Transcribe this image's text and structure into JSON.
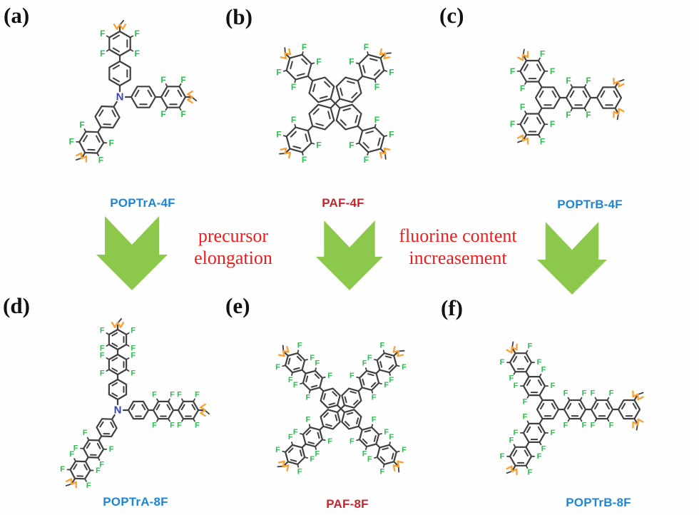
{
  "figure": {
    "panels": [
      {
        "letter": "(a)",
        "name": "POPTrA-4F",
        "name_color": "#1e86d6"
      },
      {
        "letter": "(b)",
        "name": "PAF-4F",
        "name_color": "#c4272b"
      },
      {
        "letter": "(c)",
        "name": "POPTrB-4F",
        "name_color": "#1e86d6"
      },
      {
        "letter": "(d)",
        "name": "POPTrA-8F",
        "name_color": "#1e86d6"
      },
      {
        "letter": "(e)",
        "name": "PAF-8F",
        "name_color": "#c4272b"
      },
      {
        "letter": "(f)",
        "name": "POPTrB-8F",
        "name_color": "#1e86d6"
      }
    ],
    "annotations": [
      {
        "line1": "precursor",
        "line2": "elongation"
      },
      {
        "line1": "fluorine content",
        "line2": "increasement"
      }
    ],
    "atoms": {
      "fluorine_symbol": "F",
      "nitrogen_symbol": "N"
    },
    "colors": {
      "fluorine": "#2ebd50",
      "nitrogen": "#3346b4",
      "bond": "#404040",
      "linker": "#f6a33c",
      "arrow": "#8cc84b",
      "annotation": "#ee1c1c"
    }
  }
}
